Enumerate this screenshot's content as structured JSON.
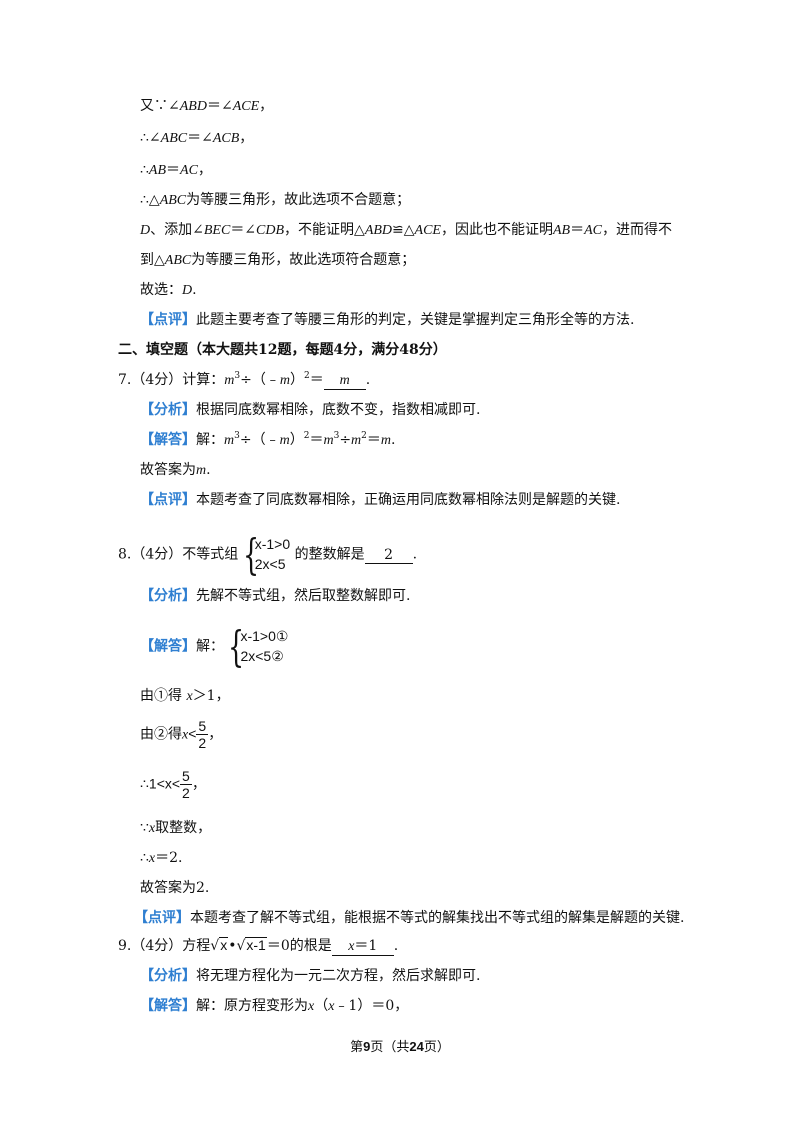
{
  "p1": {
    "a": "又∵∠",
    "b": "ABD",
    "c": "＝∠",
    "d": "ACE",
    "e": "，"
  },
  "p2": {
    "a": "∴∠",
    "b": "ABC",
    "c": "＝∠",
    "d": "ACB",
    "e": "，"
  },
  "p3": {
    "a": "∴",
    "b": "AB",
    "c": "＝",
    "d": "AC",
    "e": "，"
  },
  "p4": {
    "a": "∴△",
    "b": "ABC",
    "c": "为等腰三角形，故此选项不合题意；"
  },
  "p5": {
    "a": "D",
    "b": "、添加∠",
    "c": "BEC",
    "d": "＝∠",
    "e": "CDB",
    "f": "，不能证明△",
    "g": "ABD",
    "h": "≌△",
    "i": "ACE",
    "j": "，因此也不能证明",
    "k": "AB",
    "l": "＝",
    "m": "AC",
    "n": "，进而得不"
  },
  "p6": {
    "a": "到△",
    "b": "ABC",
    "c": "为等腰三角形，故此选项符合题意；"
  },
  "p7": {
    "a": "故选：",
    "b": "D",
    "c": "."
  },
  "review6": {
    "tag": "【点评】",
    "text": "此题主要考查了等腰三角形的判定，关键是掌握判定三角形全等的方法."
  },
  "section2": "二、填空题（本大题共12题，每题4分，满分48分）",
  "q7": {
    "num": "7.",
    "score": "（4分）计算：",
    "m": "m",
    "exp3": "3",
    "op": "÷（﹣",
    "m2": "m",
    "close": "）",
    "exp2": "2",
    "eq": "＝",
    "answer": "m",
    "end": ".",
    "analysis_tag": "【分析】",
    "analysis": "根据同底数幂相除，底数不变，指数相减即可.",
    "solution_tag": "【解答】",
    "sol_a": "解：",
    "sol_m": "m",
    "sol_3": "3",
    "sol_b": "÷（﹣",
    "sol_m2": "m",
    "sol_c": "）",
    "sol_2": "2",
    "sol_d": "＝",
    "sol_m3": "m",
    "sol_3b": "3",
    "sol_e": "÷",
    "sol_m4": "m",
    "sol_2b": "2",
    "sol_f": "＝",
    "sol_m5": "m",
    "sol_g": ".",
    "final_a": "故答案为",
    "final_m": "m",
    "final_b": ".",
    "review_tag": "【点评】",
    "review": "本题考查了同底数幂相除，正确运用同底数幂相除法则是解题的关键."
  },
  "q8": {
    "num": "8.",
    "score": "（4分）不等式组",
    "row1": "x-1>0",
    "row2": "2x<5",
    "after": "的整数解是",
    "answer": "2",
    "end": ".",
    "analysis_tag": "【分析】",
    "analysis": "先解不等式组，然后取整数解即可.",
    "solution_tag": "【解答】",
    "sol_a": "解：",
    "srow1": "x-1>0①",
    "srow2": "2x<5②",
    "l1a": "由①得 ",
    "l1x": "x",
    "l1b": "＞1，",
    "l2a": "由②得",
    "l2x": "x",
    "l2b": "<",
    "fnum": "5",
    "fden": "2",
    "l2c": "，",
    "l3a": "∴1<x<",
    "l3c": "，",
    "l4a": "∵",
    "l4x": "x",
    "l4b": "取整数，",
    "l5a": "∴",
    "l5x": "x",
    "l5b": "＝2.",
    "final": "故答案为2.",
    "review_tag": "【点评】",
    "review": "本题考查了解不等式组，能根据不等式的解集找出不等式组的解集是解题的关键."
  },
  "q9": {
    "num": "9.",
    "score": "（4分）方程",
    "r1": "x",
    "dot": "•",
    "r2": "x-1",
    "eq": "＝0的根是",
    "answer_x": "x",
    "answer_rest": "＝1",
    "end": ".",
    "analysis_tag": "【分析】",
    "analysis": "将无理方程化为一元二次方程，然后求解即可.",
    "solution_tag": "【解答】",
    "sol_a": "解：原方程变形为",
    "sol_x": "x",
    "sol_b": "（",
    "sol_x2": "x",
    "sol_c": "﹣1）＝0，"
  },
  "footer": {
    "a": "第",
    "page": "9",
    "b": "页（共",
    "total": "24",
    "c": "页）"
  }
}
